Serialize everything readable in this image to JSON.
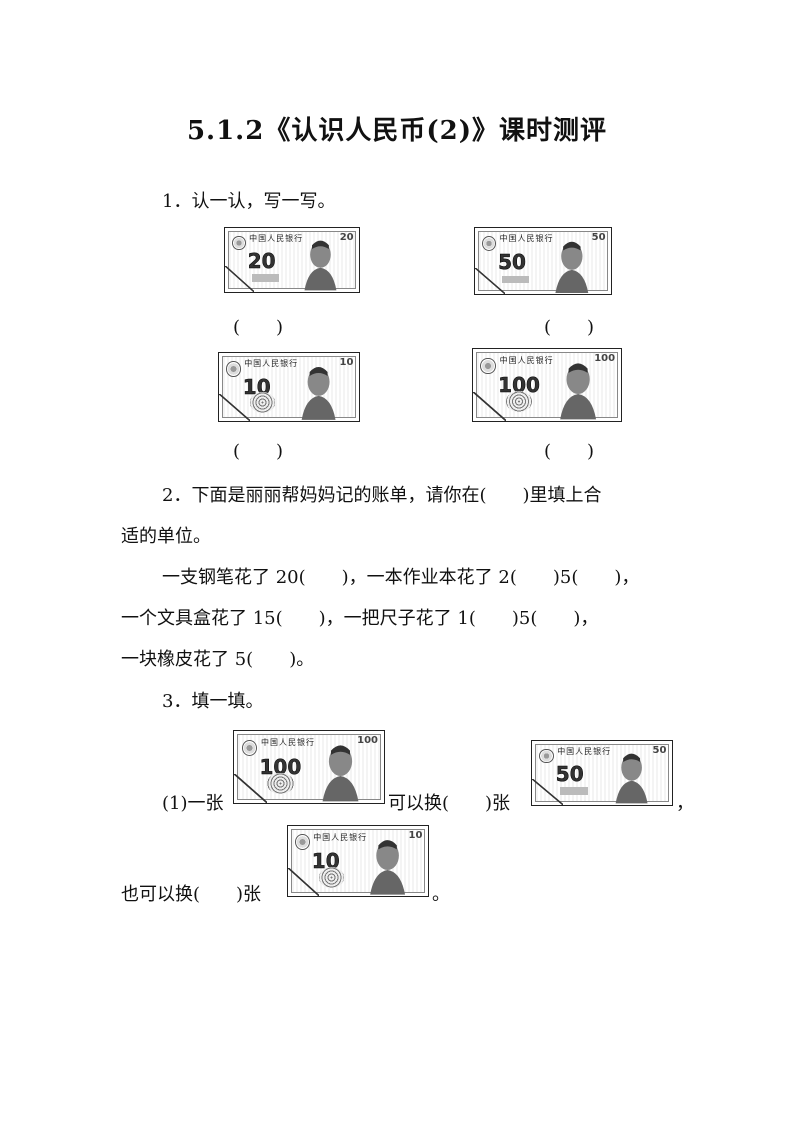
{
  "title": "5.1.2《认识人民币(2)》课时测评",
  "q1": {
    "prompt": "1．认一认，写一写。",
    "answers": [
      "(　　)",
      "(　　)",
      "(　　)",
      "(　　)"
    ]
  },
  "q2": {
    "line1": "2．下面是丽丽帮妈妈记的账单，请你在(　　)里填上合",
    "line2": "适的单位。",
    "line3": "一支钢笔花了 20(　　)，一本作业本花了 2(　　)5(　　)，",
    "line4": "一个文具盒花了 15(　　)，一把尺子花了 1(　　)5(　　)，",
    "line5": "一块橡皮花了 5(　　)。"
  },
  "q3": {
    "prompt": "3．填一填。",
    "part1_a": "(1)一张",
    "part1_b": "可以换(　　)张",
    "part1_c": "，",
    "part2_a": "也可以换(　　)张",
    "part2_b": "。"
  },
  "notes": {
    "bank_name": "中国人民银行",
    "d20": "20",
    "d50": "50",
    "d10": "10",
    "d100": "100"
  }
}
